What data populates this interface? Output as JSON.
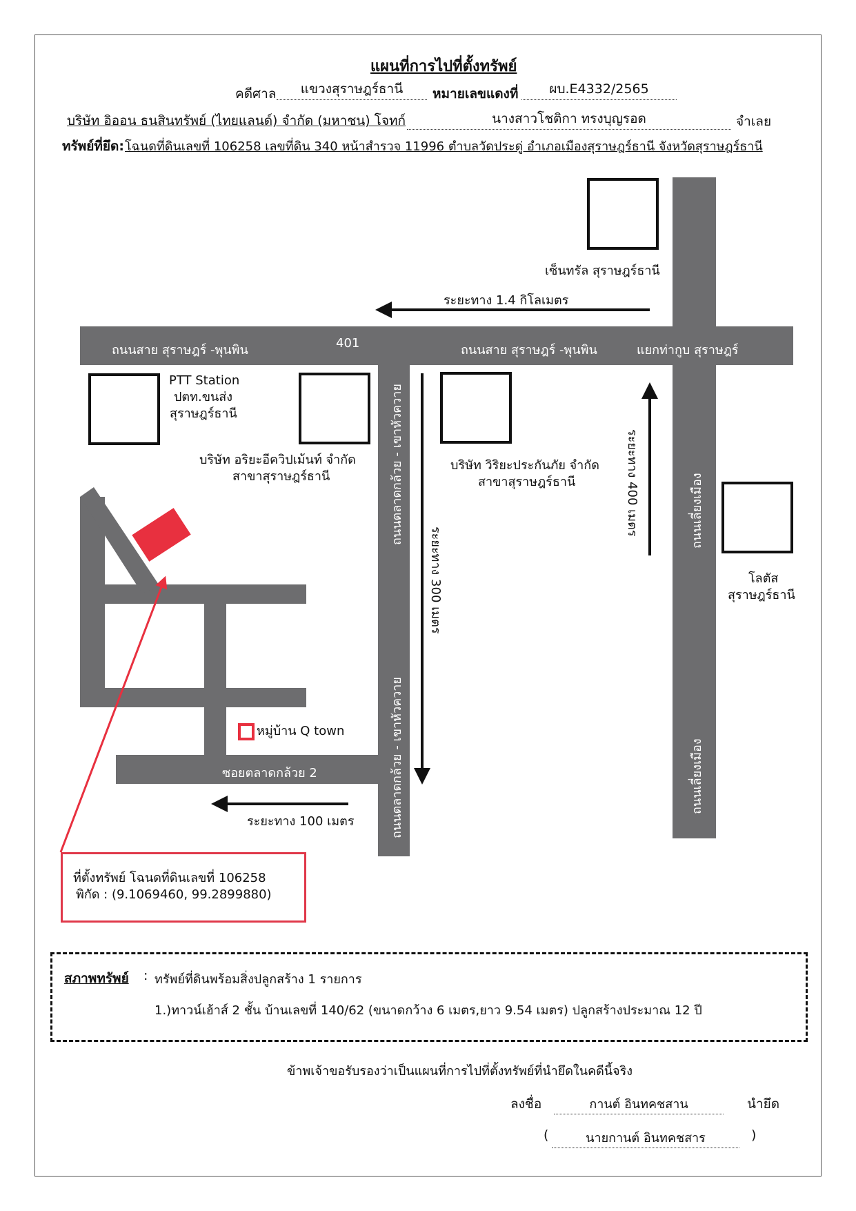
{
  "header": {
    "title": "แผนที่การไปที่ตั้งทรัพย์",
    "case_court_label": "คดีศาล",
    "case_court_value": "แขวงสุราษฎร์ธานี",
    "red_number_label": "หมายเลขแดงที่",
    "red_number_value": "ผบ.E4332/2565",
    "plaintiff": "บริษัท อิออน ธนสินทรัพย์ (ไทยแลนด์) จำกัด (มหาชน) โจทก์",
    "defendant_value": "นางสาวโชติกา ทรงบุญรอด",
    "defendant_label": "จำเลย",
    "seized_label": "ทรัพย์ที่ยึด:",
    "seized_value": "โฉนดที่ดินเลขที่ 106258 เลขที่ดิน 340 หน้าสำรวจ 11996 ตำบลวัดประดู่ อำเภอเมืองสุราษฎร์ธานี จังหวัดสุราษฎร์ธานี"
  },
  "map": {
    "landmarks": {
      "central": "เซ็นทรัล สุราษฎร์ธานี",
      "ptt_line1": "PTT Station",
      "ptt_line2": "ปตท.ขนส่ง",
      "ptt_line3": "สุราษฎร์ธานี",
      "ariya_line1": "บริษัท อริยะอีควิปเม้นท์ จำกัด",
      "ariya_line2": "สาขาสุราษฎร์ธานี",
      "viriya_line1": "บริษัท วิริยะประกันภัย จำกัด",
      "viriya_line2": "สาขาสุราษฎร์ธานี",
      "lotus_line1": "โลตัส",
      "lotus_line2": "สุราษฎร์ธานี",
      "village": "หมู่บ้าน Q town"
    },
    "roads": {
      "main_left": "ถนนสาย สุราษฎร์ -พุนพิน",
      "route_number": "401",
      "main_right": "ถนนสาย สุราษฎร์ -พุนพิน",
      "junction": "แยกท่ากูบ สุราษฎร์",
      "lat_kluai_top": "ถนนตลาดกล้วย - เขาหัวควาย",
      "lat_kluai_bottom": "ถนนตลาดกล้วย - เขาหัวควาย",
      "liang_mueang_top": "ถนนเลี่ยงเมือง",
      "liang_mueang_bottom": "ถนนเลี่ยงเมือง",
      "soi": "ซอยตลาดกล้วย 2"
    },
    "distances": {
      "d_1_4km": "ระยะทาง 1.4 กิโลเมตร",
      "d_400m": "ระยะทาง 400 เมตร",
      "d_300m": "ระยะทาง 300 เมตร",
      "d_100m": "ระยะทาง 100 เมตร"
    },
    "location": {
      "line1": "ที่ตั้งทรัพย์ โฉนดที่ดินเลขที่ 106258",
      "line2": "พิกัด : (9.1069460, 99.2899880)"
    },
    "colors": {
      "road": "#6d6d6f",
      "property": "#e8303f",
      "text": "#111111"
    }
  },
  "condition": {
    "label": "สภาพทรัพย์",
    "colon": ":",
    "summary": "ทรัพย์ที่ดินพร้อมสิ่งปลูกสร้าง 1 รายการ",
    "item": "1.)ทาวน์เฮ้าส์ 2 ชั้น บ้านเลขที่ 140/62 (ขนาดกว้าง 6 เมตร,ยาว 9.54 เมตร) ปลูกสร้างประมาณ 12 ปี"
  },
  "footer": {
    "certify": "ข้าพเจ้าขอรับรองว่าเป็นแผนที่การไปที่ตั้งทรัพย์ที่นำยึดในคดีนี้จริง",
    "sign_label": "ลงชื่อ",
    "signature": "กานต์ อินทคชสาน",
    "seizer_label": "นำยึด",
    "open_paren": "(",
    "printed_name": "นายกานต์ อินทคชสาร",
    "close_paren": ")"
  }
}
